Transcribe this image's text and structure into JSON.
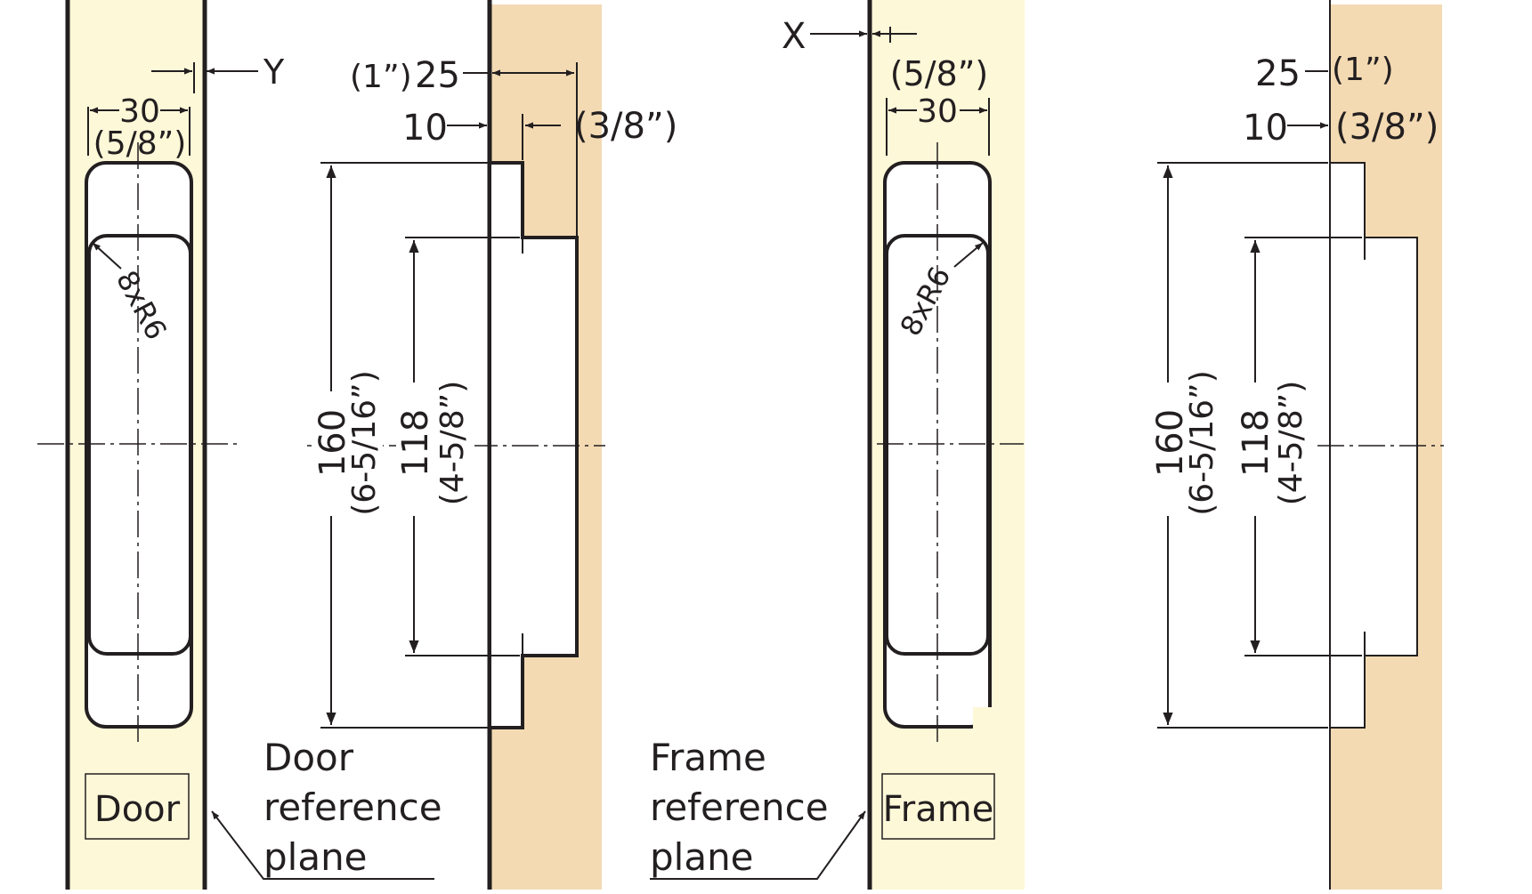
{
  "colors": {
    "door_fill": "#fdf8d8",
    "frame_fill": "#fdf8d8",
    "mortise_fill": "#f3dab3",
    "line": "#231f20"
  },
  "door_elevation": {
    "width_mm": "30",
    "width_in": "(5/8”)",
    "offset_label": "Y",
    "radius_label": "8xR6",
    "panel_label": "Door"
  },
  "door_section": {
    "depth_in": "(1”)",
    "depth_mm": "25",
    "step_mm": "10",
    "step_in": "(3/8”)",
    "height_outer_mm": "160",
    "height_outer_in": "(6-5/16”)",
    "height_inner_mm": "118",
    "height_inner_in": "(4-5/8”)",
    "reference_lines": [
      "Door",
      "reference",
      "plane"
    ]
  },
  "frame_elevation": {
    "offset_label": "X",
    "width_in": "(5/8”)",
    "width_mm": "30",
    "radius_label": "8xR6",
    "panel_label": "Frame"
  },
  "frame_section": {
    "depth_mm": "25",
    "depth_in": "(1”)",
    "step_mm": "10",
    "step_in": "(3/8”)",
    "height_outer_mm": "160",
    "height_outer_in": "(6-5/16”)",
    "height_inner_mm": "118",
    "height_inner_in": "(4-5/8”)",
    "reference_lines": [
      "Frame",
      "reference",
      "plane"
    ]
  }
}
